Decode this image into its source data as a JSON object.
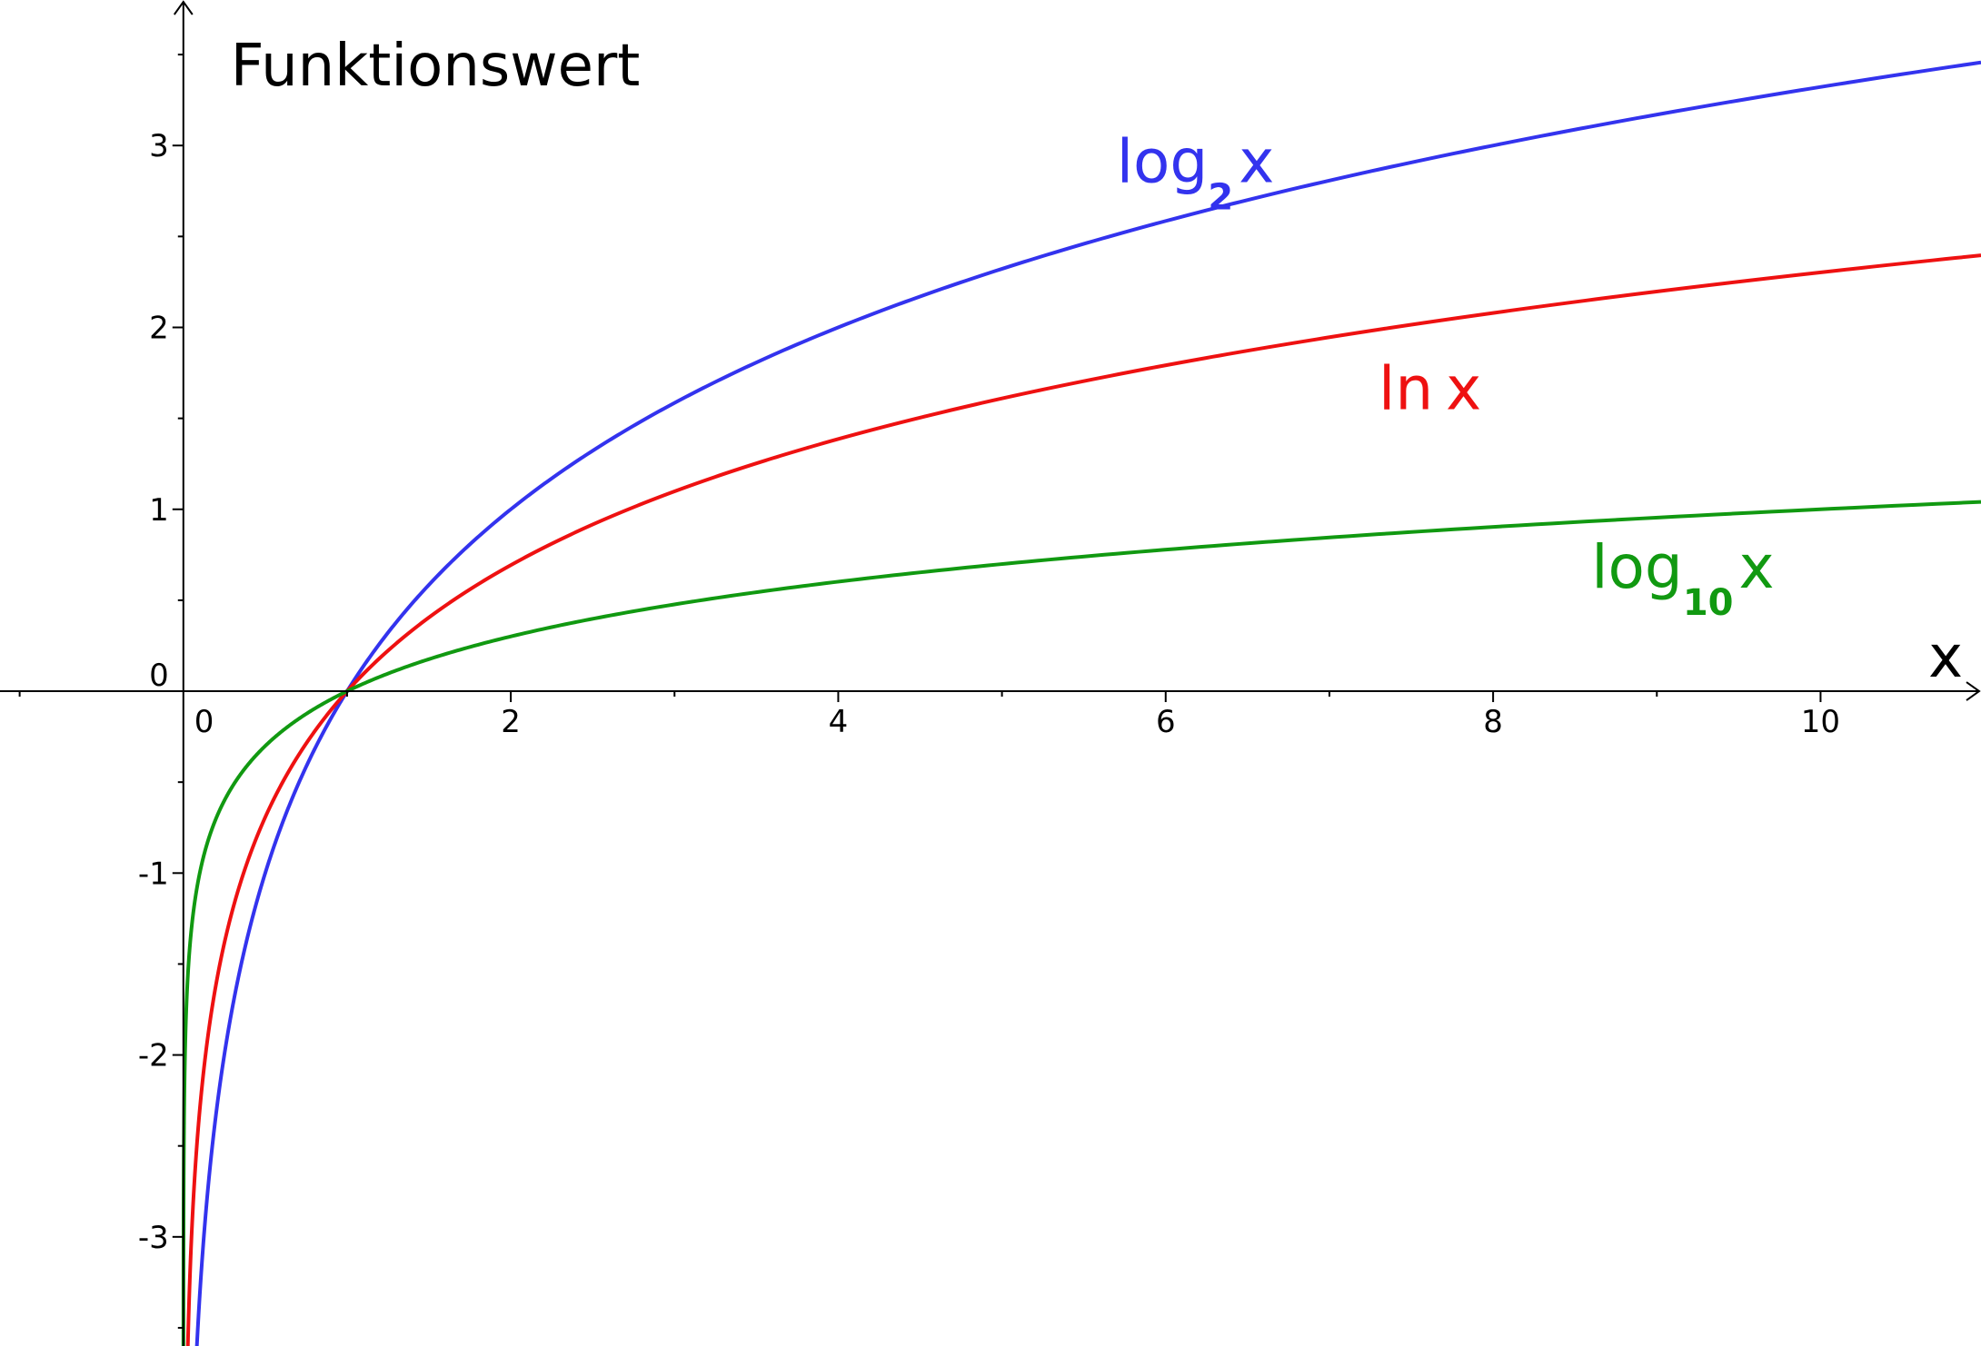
{
  "chart_data": {
    "type": "line",
    "ylabel": "Funktionswert",
    "xlabel": "x",
    "xlim": [
      -1.12,
      10.98
    ],
    "ylim": [
      -3.6,
      3.8
    ],
    "x_ticks": [
      {
        "value": 0,
        "label": "0"
      },
      {
        "value": 2,
        "label": "2"
      },
      {
        "value": 4,
        "label": "4"
      },
      {
        "value": 6,
        "label": "6"
      },
      {
        "value": 8,
        "label": "8"
      },
      {
        "value": 10,
        "label": "10"
      }
    ],
    "y_ticks": [
      {
        "value": -3,
        "label": "-3"
      },
      {
        "value": -2,
        "label": "-2"
      },
      {
        "value": -1,
        "label": "-1"
      },
      {
        "value": 0,
        "label": "0"
      },
      {
        "value": 1,
        "label": "1"
      },
      {
        "value": 2,
        "label": "2"
      },
      {
        "value": 3,
        "label": "3"
      }
    ],
    "grid": false,
    "series": [
      {
        "key": "log2",
        "base": 2,
        "color": "#3333ee",
        "label_main": "log",
        "label_sub": "2",
        "label_var": "x",
        "label_at": [
          5.7,
          2.8
        ],
        "x": [
          0.1,
          0.15,
          0.2,
          0.3,
          0.5,
          0.75,
          1,
          1.5,
          2,
          3,
          4,
          5,
          6,
          7,
          8,
          9,
          10,
          10.98
        ],
        "y": [
          -3.32,
          -2.74,
          -2.32,
          -1.74,
          -1.0,
          -0.42,
          0,
          0.58,
          1.0,
          1.58,
          2.0,
          2.32,
          2.58,
          2.81,
          3.0,
          3.17,
          3.32,
          3.46
        ]
      },
      {
        "key": "ln",
        "base": 2.718281828,
        "color": "#ee1111",
        "label_main": "ln",
        "label_sub": "",
        "label_var": "x",
        "label_at": [
          7.3,
          1.55
        ],
        "x": [
          0.03,
          0.05,
          0.1,
          0.2,
          0.3,
          0.5,
          0.75,
          1,
          1.5,
          2,
          3,
          4,
          5,
          6,
          7,
          8,
          9,
          10,
          10.98
        ],
        "y": [
          -3.51,
          -3.0,
          -2.3,
          -1.61,
          -1.2,
          -0.69,
          -0.29,
          0,
          0.41,
          0.69,
          1.1,
          1.39,
          1.61,
          1.79,
          1.95,
          2.08,
          2.2,
          2.3,
          2.4
        ]
      },
      {
        "key": "log10",
        "base": 10,
        "color": "#119911",
        "label_main": "log",
        "label_sub": "10",
        "label_var": "x",
        "label_at": [
          8.6,
          0.57
        ],
        "x": [
          0.001,
          0.003,
          0.01,
          0.05,
          0.1,
          0.2,
          0.5,
          1,
          2,
          3,
          4,
          5,
          6,
          7,
          8,
          9,
          10,
          10.98
        ],
        "y": [
          -3.0,
          -2.52,
          -2.0,
          -1.3,
          -1.0,
          -0.7,
          -0.3,
          0,
          0.3,
          0.48,
          0.6,
          0.7,
          0.78,
          0.85,
          0.9,
          0.95,
          1.0,
          1.04
        ]
      }
    ]
  }
}
